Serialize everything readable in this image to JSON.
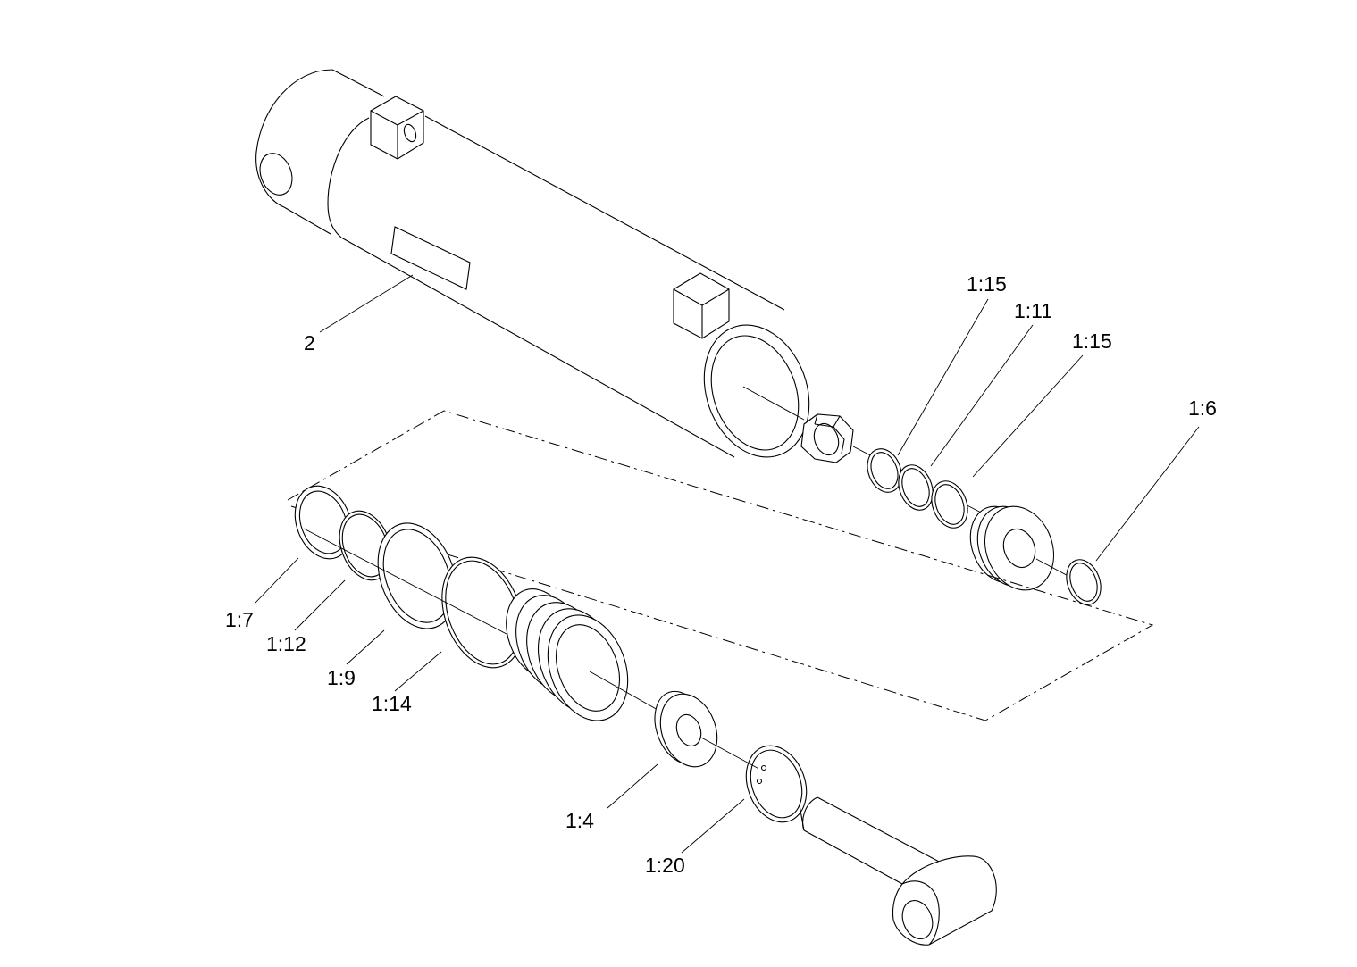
{
  "callouts": {
    "c_2": "2",
    "c_1_15a": "1:15",
    "c_1_11": "1:11",
    "c_1_15b": "1:15",
    "c_1_6": "1:6",
    "c_1_7": "1:7",
    "c_1_12": "1:12",
    "c_1_9": "1:9",
    "c_1_14": "1:14",
    "c_1_4": "1:4",
    "c_1_20": "1:20"
  },
  "colors": {
    "line": "#000000",
    "background": "#ffffff"
  }
}
